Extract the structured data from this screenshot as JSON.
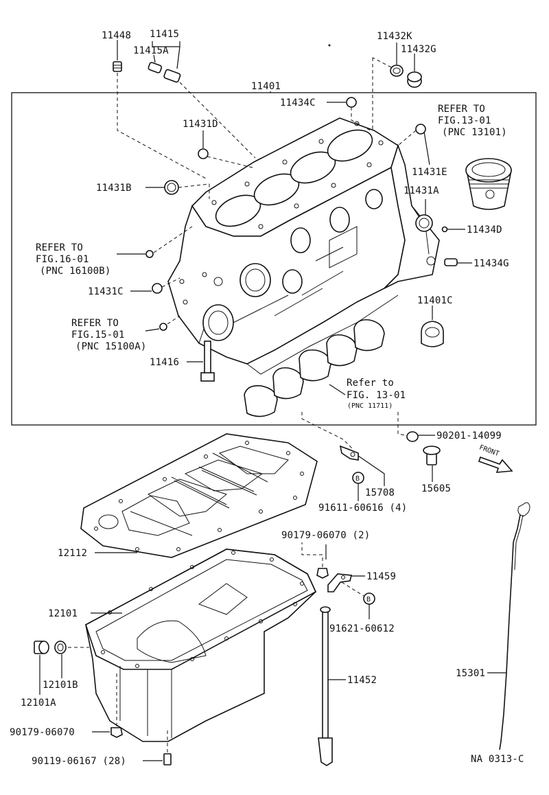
{
  "labels": {
    "l11448": "11448",
    "l11415": "11415",
    "l11415A": "11415A",
    "l11432K": "11432K",
    "l11432G": "11432G",
    "l11401": "11401",
    "l11434C": "11434C",
    "l11431D": "11431D",
    "l11431B": "11431B",
    "l11431E": "11431E",
    "l11431A": "11431A",
    "l11434D": "11434D",
    "l11434G": "11434G",
    "l11431C": "11431C",
    "l11401C": "11401C",
    "l11416": "11416",
    "l90201": "90201-14099",
    "l15708": "15708",
    "l15605": "15605",
    "l91611": "91611-60616 (4)",
    "l90179a": "90179-06070 (2)",
    "l12112": "12112",
    "l11459": "11459",
    "l12101": "12101",
    "l91621": "91621-60612",
    "l12101B": "12101B",
    "l12101A": "12101A",
    "l11452": "11452",
    "l15301": "15301",
    "l90179b": "90179-06070",
    "l90119": "90119-06167 (28)",
    "front": "FRONT",
    "code": "NA 0313-C"
  },
  "refs": {
    "r13101": {
      "l1": "REFER TO",
      "l2": "FIG.13-01",
      "l3": "(PNC 13101)"
    },
    "r16100": {
      "l1": "REFER TO",
      "l2": "FIG.16-01",
      "l3": "(PNC 16100B)"
    },
    "r15100": {
      "l1": "REFER TO",
      "l2": "FIG.15-01",
      "l3": "(PNC 15100A)"
    },
    "r11711": {
      "l1": "Refer to",
      "l2": "FIG. 13-01",
      "l3": "(PNC 11711)"
    }
  },
  "colors": {
    "ink": "#111111",
    "paper": "#ffffff"
  }
}
